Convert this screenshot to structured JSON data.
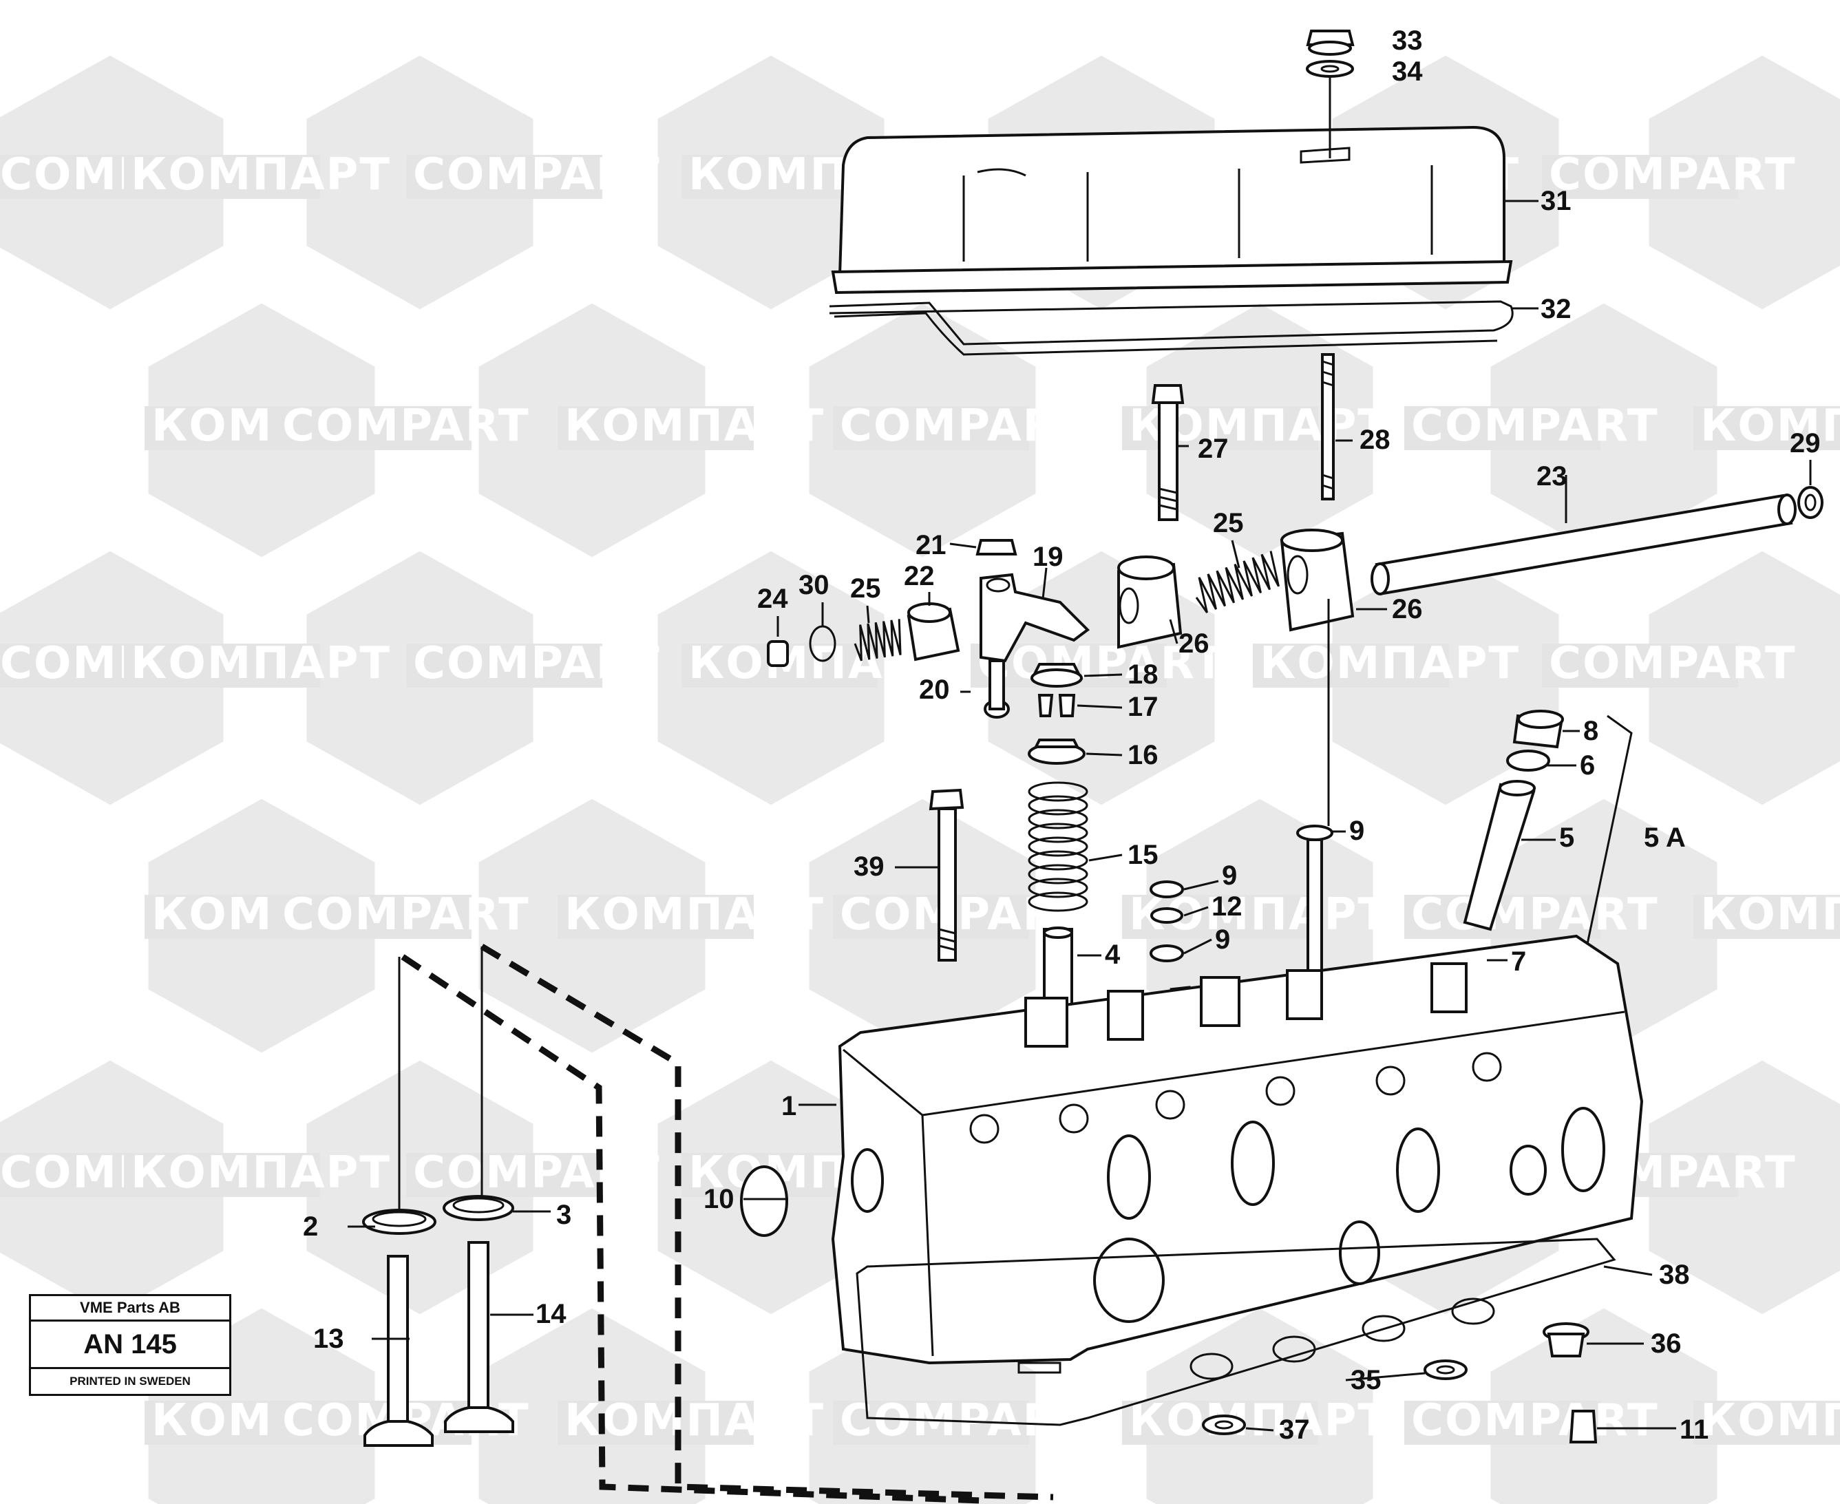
{
  "nameplate": {
    "company": "VME Parts AB",
    "code": "AN 145",
    "printed": "PRINTED IN SWEDEN"
  },
  "watermark": {
    "latin": "COMPART",
    "cyrillic": "КОМПАРТ"
  },
  "callouts": {
    "c1": "1",
    "c2": "2",
    "c3": "3",
    "c4": "4",
    "c5": "5",
    "c5a": "5 A",
    "c6": "6",
    "c7": "7",
    "c8": "8",
    "c9a": "9",
    "c9b": "9",
    "c9c": "9",
    "c10": "10",
    "c11": "11",
    "c12": "12",
    "c13": "13",
    "c14": "14",
    "c15": "15",
    "c16": "16",
    "c17": "17",
    "c18": "18",
    "c19": "19",
    "c20": "20",
    "c21": "21",
    "c22": "22",
    "c23": "23",
    "c24": "24",
    "c25a": "25",
    "c25b": "25",
    "c26a": "26",
    "c26b": "26",
    "c27": "27",
    "c28": "28",
    "c29": "29",
    "c30": "30",
    "c31": "31",
    "c32": "32",
    "c33": "33",
    "c34": "34",
    "c35": "35",
    "c36": "36",
    "c37": "37",
    "c38": "38",
    "c39": "39"
  },
  "colors": {
    "ink": "#111111",
    "watermark": "#e9e9e9"
  }
}
